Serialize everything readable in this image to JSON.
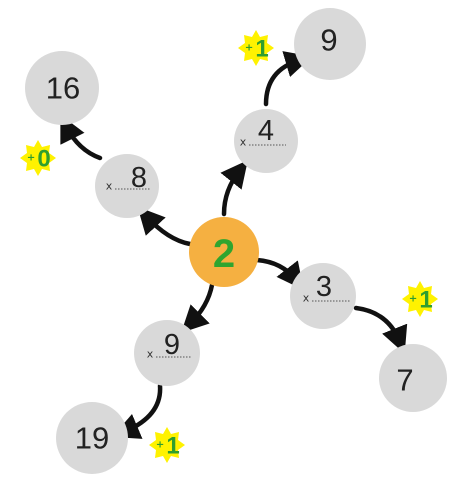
{
  "center": {
    "value": "2",
    "color": "#f5b041",
    "text_color": "#2fa52f"
  },
  "colors": {
    "node_fill": "#d9d9d9",
    "arrow": "#111111",
    "badge_fill": "#fff200",
    "badge_text": "#2f9e2f"
  },
  "operator_symbol": "x",
  "branches": [
    {
      "factor": "4",
      "result": "9",
      "badge": "1",
      "badge_sign": "+"
    },
    {
      "factor": "8",
      "result": "16",
      "badge": "0",
      "badge_sign": "+"
    },
    {
      "factor": "3",
      "result": "7",
      "badge": "1",
      "badge_sign": "+"
    },
    {
      "factor": "9",
      "result": "19",
      "badge": "1",
      "badge_sign": "+"
    }
  ]
}
